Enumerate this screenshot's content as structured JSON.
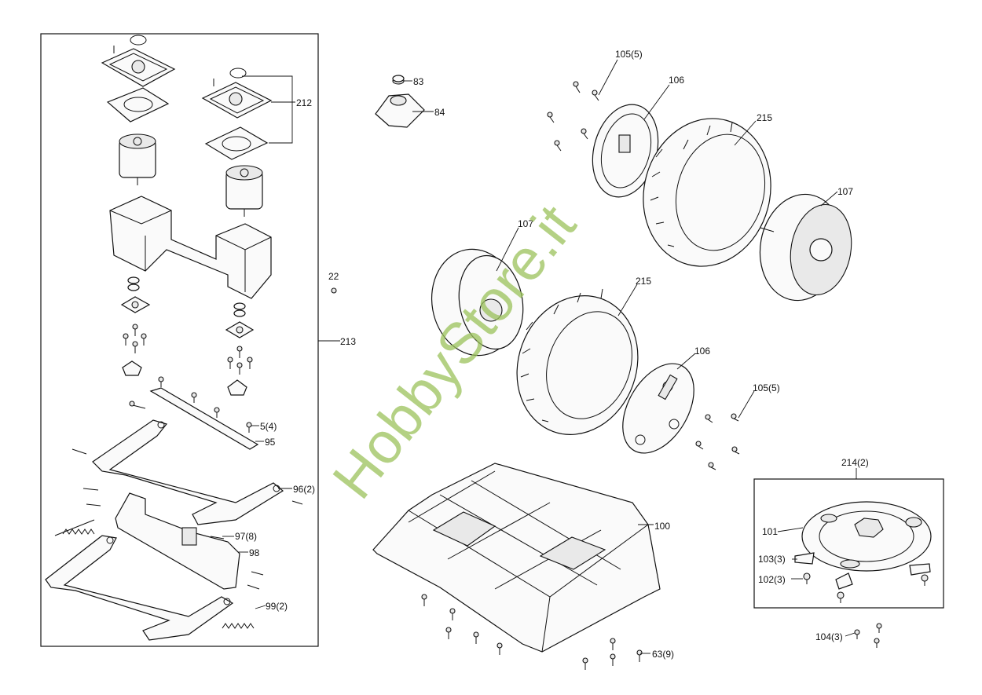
{
  "watermark": "HobbyStore.it",
  "labels": {
    "l212": "212",
    "l213": "213",
    "l22": "22",
    "l5": "5(4)",
    "l95": "95",
    "l96": "96(2)",
    "l97": "97(8)",
    "l98": "98",
    "l99": "99(2)",
    "l83": "83",
    "l84": "84",
    "l105a": "105(5)",
    "l106a": "106",
    "l215a": "215",
    "l107a": "107",
    "l107b": "107",
    "l215b": "215",
    "l106b": "106",
    "l105b": "105(5)",
    "l100": "100",
    "l63": "63(9)",
    "l214": "214(2)",
    "l101": "101",
    "l103": "103(3)",
    "l102": "102(3)",
    "l104": "104(3)"
  }
}
